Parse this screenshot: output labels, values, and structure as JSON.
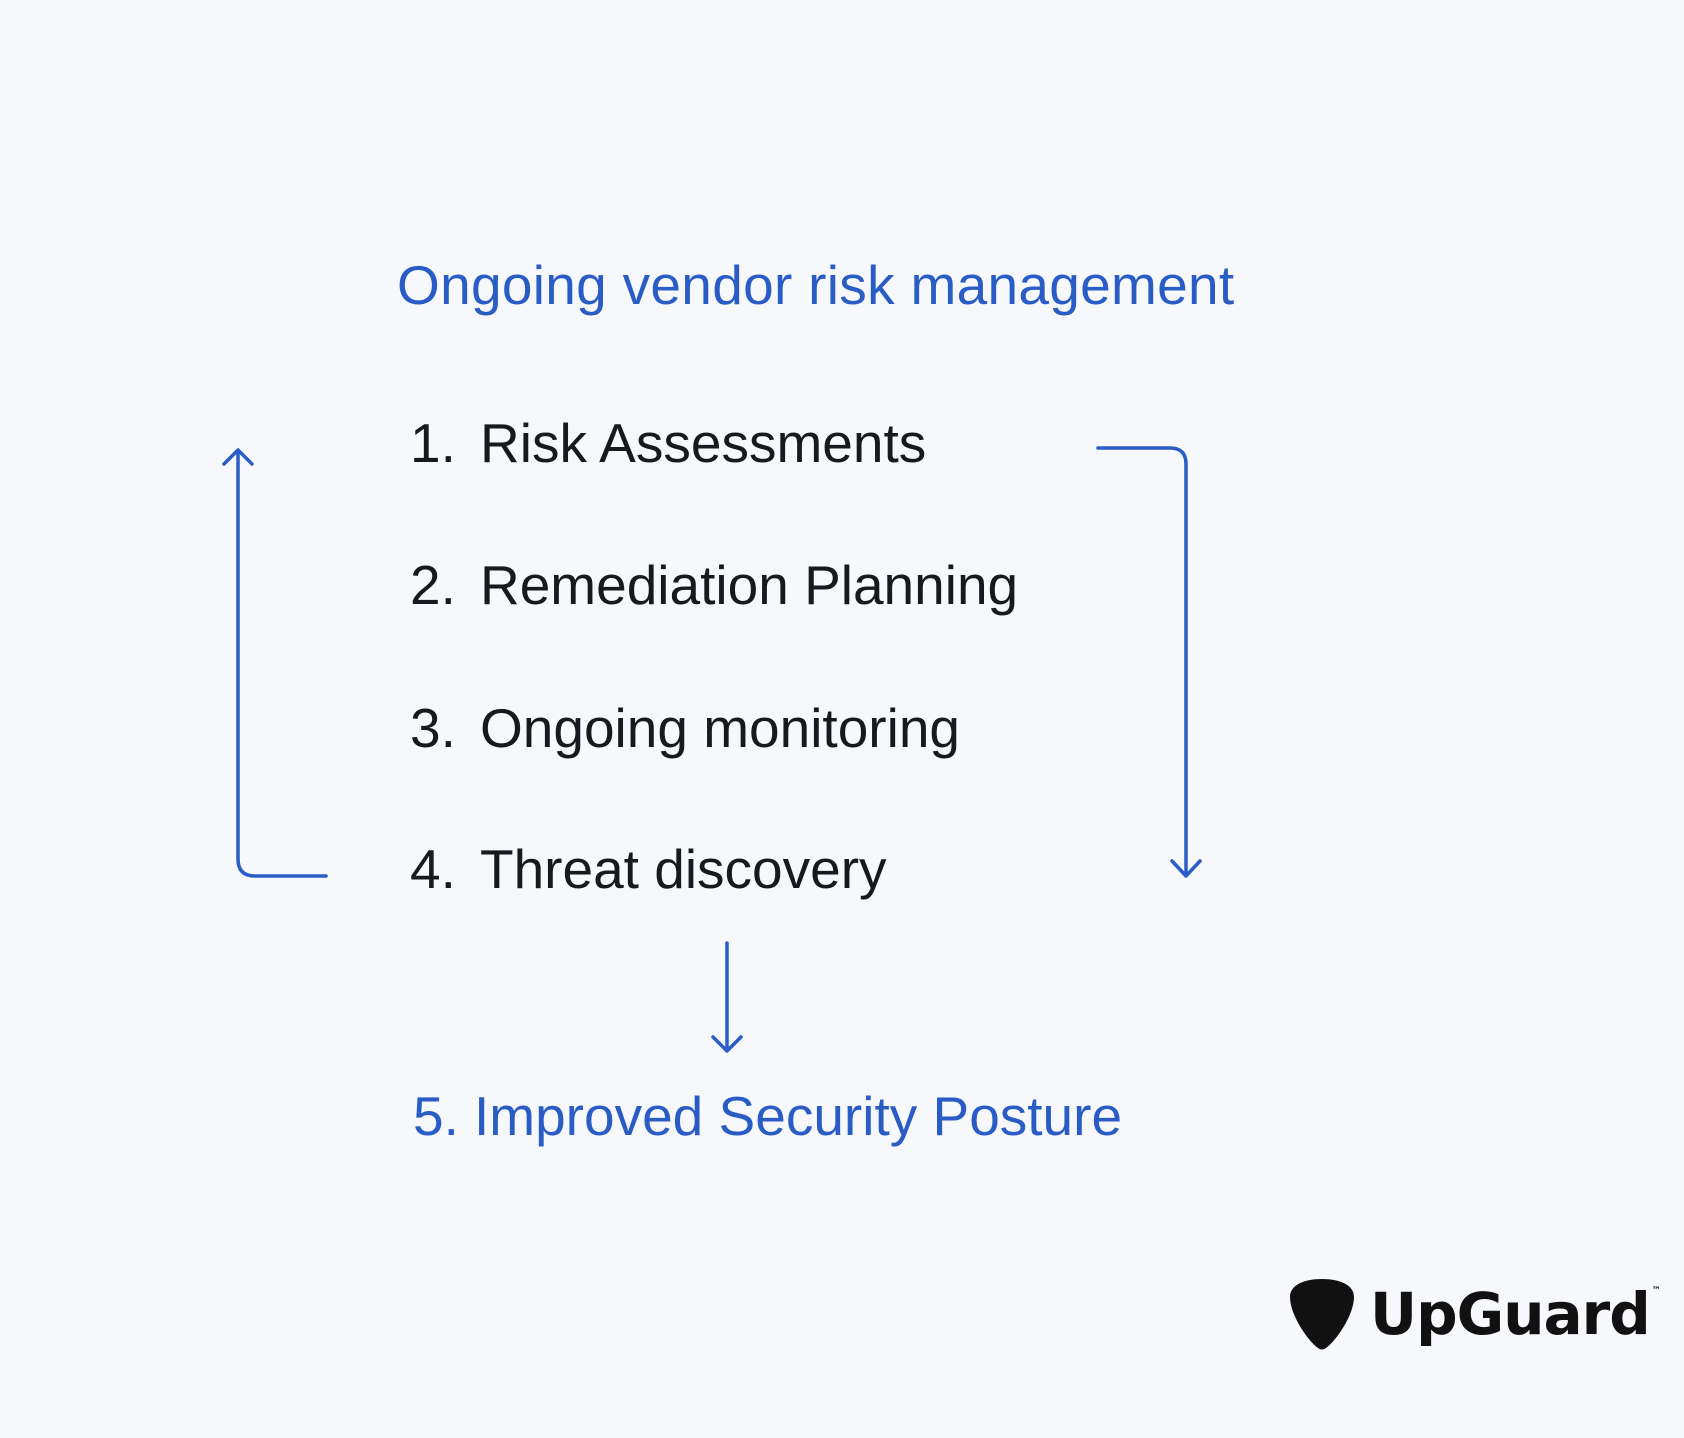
{
  "diagram": {
    "title": "Ongoing vendor risk management",
    "steps": [
      {
        "number": "1.",
        "label": "Risk Assessments"
      },
      {
        "number": "2.",
        "label": "Remediation Planning"
      },
      {
        "number": "3.",
        "label": "Ongoing monitoring"
      },
      {
        "number": "4.",
        "label": "Threat discovery"
      }
    ],
    "outcome": {
      "number": "5.",
      "label": "Improved Security Posture"
    }
  },
  "brand": {
    "name": "UpGuard",
    "trademark": "™",
    "logo_icon": "guitar-pick-shield-icon"
  },
  "colors": {
    "accent": "#2a5cc6",
    "text": "#17191f",
    "background": "#f7f8fb",
    "logo": "#111111"
  }
}
